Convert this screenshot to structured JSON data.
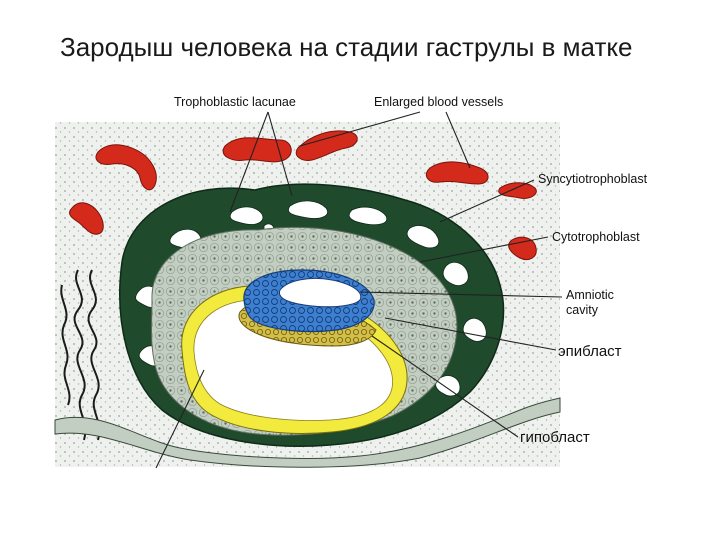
{
  "title": "Зародыш человека на стадии гаструлы в матке",
  "labels": {
    "trophoblastic_lacunae": "Trophoblastic lacunae",
    "enlarged_blood_vessels": "Enlarged blood vessels",
    "syncytiotrophoblast": "Syncytiotrophoblast",
    "cytotrophoblast": "Cytotrophoblast",
    "amniotic_cavity_line1": "Amniotic",
    "amniotic_cavity_line2": "cavity",
    "epiblast": "эпибласт",
    "hypoblast": "гипобласт"
  },
  "colors": {
    "syncytiotrophoblast": "#1f4a2c",
    "cytotrophoblast": "#b9c6b8",
    "blood_vessels": "#d42a1c",
    "epiblast": "#3a7fd0",
    "hypoblast": "#c9b23a",
    "yolk_layer": "#f2ea3c",
    "endometrium": "#dfe4df"
  }
}
